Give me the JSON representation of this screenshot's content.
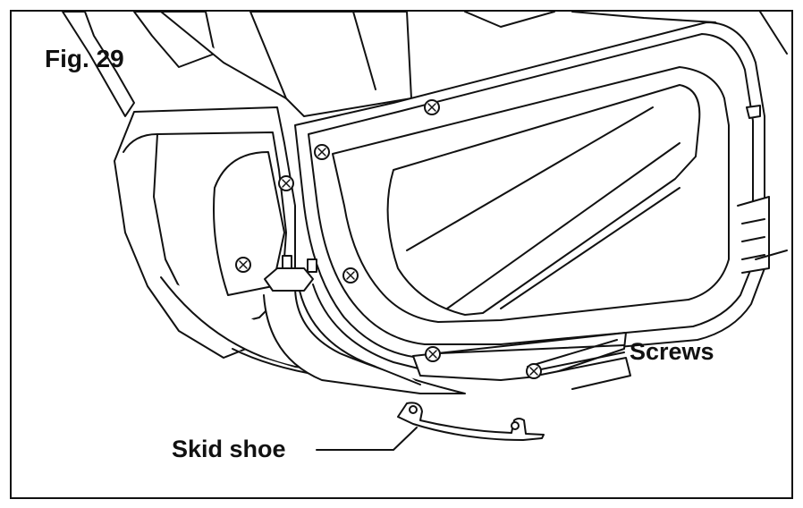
{
  "figure": {
    "number_label": "Fig. 29",
    "callouts": {
      "screws": "Screws",
      "skid_shoe": "Skid shoe"
    }
  }
}
